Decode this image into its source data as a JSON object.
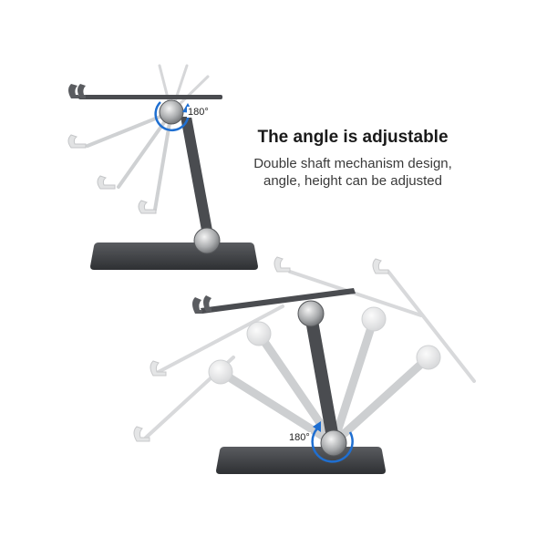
{
  "headline": "The angle is adjustable",
  "description_lines": [
    "Double shaft mechanism design,",
    "angle, height can be adjusted"
  ],
  "top_stand": {
    "rotation_label": "180°"
  },
  "bottom_stand": {
    "rotation_label": "180°"
  },
  "colors": {
    "stand_dark": "#4a4c50",
    "stand_ghost": "#c9cbcd",
    "accent_arrow": "#1f6fd1",
    "text_dark": "#1a1a1a"
  }
}
